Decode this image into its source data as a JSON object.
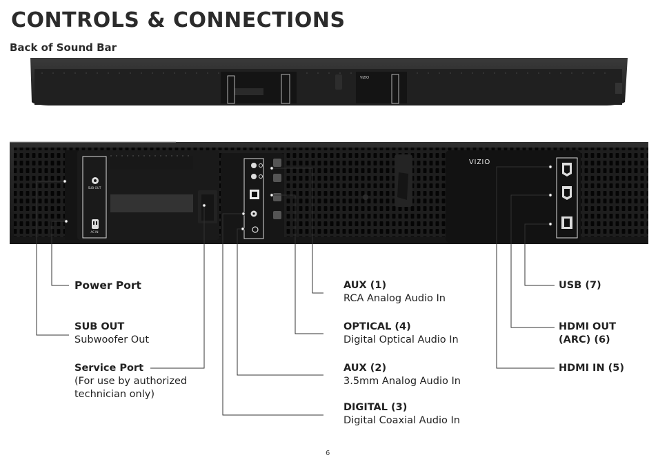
{
  "page": {
    "title": "CONTROLS & CONNECTIONS",
    "subtitle": "Back of Sound Bar",
    "page_number": "6"
  },
  "device": {
    "brand": "VIZIO",
    "labels": {
      "sub_out": "SUB OUT",
      "ac_in": "AC IN",
      "aux1": "AUX (1)",
      "optical": "OPTICAL (4)",
      "digital": "DIGITAL (3)",
      "aux2": "AUX (2)",
      "hdmi_in": "HDMI IN (5)",
      "hdmi_out": "HDMI OUT (ARC)",
      "usb": "USB"
    }
  },
  "callouts": {
    "power_port": {
      "title": "Power Port"
    },
    "sub_out": {
      "title": "SUB OUT",
      "desc": "Subwoofer Out"
    },
    "service_port": {
      "title": "Service Port",
      "desc": "(For use by authorized technician only)"
    },
    "aux1": {
      "title": "AUX (1)",
      "desc": "RCA Analog Audio In"
    },
    "optical": {
      "title": "OPTICAL (4)",
      "desc": "Digital Optical Audio In"
    },
    "aux2": {
      "title": "AUX (2)",
      "desc": "3.5mm Analog Audio In"
    },
    "digital": {
      "title": "DIGITAL (3)",
      "desc": "Digital Coaxial Audio In"
    },
    "usb": {
      "title": "USB (7)"
    },
    "hdmi_out": {
      "title": "HDMI OUT",
      "title2": "(ARC) (6)"
    },
    "hdmi_in": {
      "title": "HDMI IN (5)"
    }
  }
}
